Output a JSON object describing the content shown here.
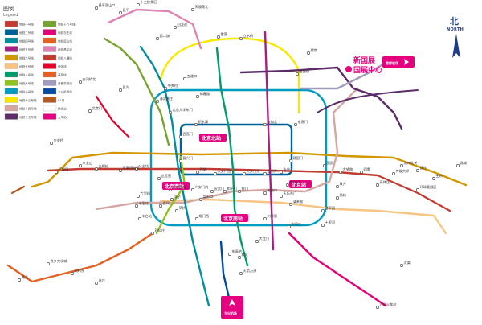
{
  "legend": {
    "title": "图例",
    "subtitle": "Legend",
    "items": [
      {
        "label": "地铁一号线",
        "color": "#c23a30"
      },
      {
        "label": "地铁二号线",
        "color": "#006098"
      },
      {
        "label": "地铁四号线",
        "color": "#008e9c"
      },
      {
        "label": "地铁五号线",
        "color": "#a6217f"
      },
      {
        "label": "地铁六号线",
        "color": "#d29700"
      },
      {
        "label": "地铁七号线",
        "color": "#f6c582"
      },
      {
        "label": "地铁八号线",
        "color": "#009b6b"
      },
      {
        "label": "地铁九号线",
        "color": "#8fc31f"
      },
      {
        "label": "地铁十号线",
        "color": "#009bc0"
      },
      {
        "label": "地铁十三号线",
        "color": "#f9e700"
      },
      {
        "label": "地铁十四号线",
        "color": "#d4a7a2"
      },
      {
        "label": "地铁十五号线",
        "color": "#5b2c68"
      },
      {
        "label": "地铁十六号线",
        "color": "#76a32e"
      },
      {
        "label": "地铁亦庄线",
        "color": "#e40077"
      },
      {
        "label": "地铁房山线",
        "color": "#e46022"
      },
      {
        "label": "地铁昌平线",
        "color": "#de82b2"
      },
      {
        "label": "地铁八通线",
        "color": "#c23a30"
      },
      {
        "label": "西郊线",
        "color": "#e4002b"
      },
      {
        "label": "燕房线",
        "color": "#e46022"
      },
      {
        "label": "首都机场线",
        "color": "#a29bbb"
      },
      {
        "label": "大兴机场线",
        "color": "#0049a5"
      },
      {
        "label": "S1线",
        "color": "#b35a20"
      },
      {
        "label": "换乘站",
        "color": "#ffffff"
      },
      {
        "label": "火车站",
        "color": "#e4007f"
      }
    ]
  },
  "compass": {
    "label": "北",
    "sublabel": "NORTH"
  },
  "hubs": [
    {
      "name": "北京北站"
    },
    {
      "name": "北京西站"
    },
    {
      "name": "北京站"
    },
    {
      "name": "北京南站"
    }
  ],
  "callouts": {
    "expo_line1": "新国展",
    "expo_line2": "国展中心",
    "airport_capital": "首都机场",
    "airport_daxing": "大兴机场"
  },
  "stations": [
    "昌平西山口",
    "十三陵景区",
    "昌平",
    "天通苑北",
    "回龙观",
    "西二旗",
    "霍营",
    "立水桥",
    "望京",
    "三元桥",
    "东直门",
    "雍和宫",
    "积水潭",
    "西直门",
    "复兴门",
    "建国门",
    "国贸",
    "四惠",
    "大望路",
    "天安门西",
    "天安门东",
    "王府井",
    "东单",
    "西单",
    "公主坟",
    "军事博物馆",
    "五棵松",
    "苹果园",
    "金安桥",
    "八宝山",
    "宋家庄",
    "刘家窑",
    "角门西",
    "草桥",
    "西局",
    "郭公庄",
    "丰台站",
    "六里桥",
    "七里庄",
    "北宫门",
    "巴沟",
    "五道口",
    "知春路",
    "海淀黄庄",
    "中关村",
    "北京大学东门",
    "安河桥北",
    "良乡大学城",
    "阎村东",
    "苏庄",
    "燕山",
    "亦庄火车站",
    "次渠",
    "通州北关",
    "潞城",
    "环球度假区",
    "土桥",
    "管庄",
    "高碑店",
    "传媒大学",
    "双井",
    "劲松",
    "潘家园",
    "十里河",
    "蒲黄榆",
    "天坛东门",
    "磁器口",
    "崇文门",
    "前门",
    "和平门",
    "宣武门",
    "菜市口",
    "广安门内",
    "达官营",
    "湾子",
    "北京西站",
    "大红门",
    "和义",
    "东高地",
    "火箭万源"
  ]
}
